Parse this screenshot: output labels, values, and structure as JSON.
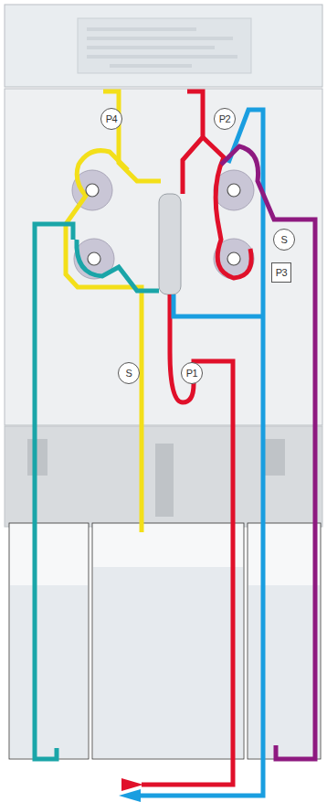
{
  "diagram": {
    "nodes": [
      {
        "text": [
          "P4"
        ]
      },
      {
        "text": [
          "P2"
        ]
      },
      {
        "text": [
          "S"
        ]
      },
      {
        "text": [
          "P3"
        ]
      },
      {
        "text": [
          "S"
        ]
      },
      {
        "text": [
          "P1"
        ]
      }
    ]
  }
}
